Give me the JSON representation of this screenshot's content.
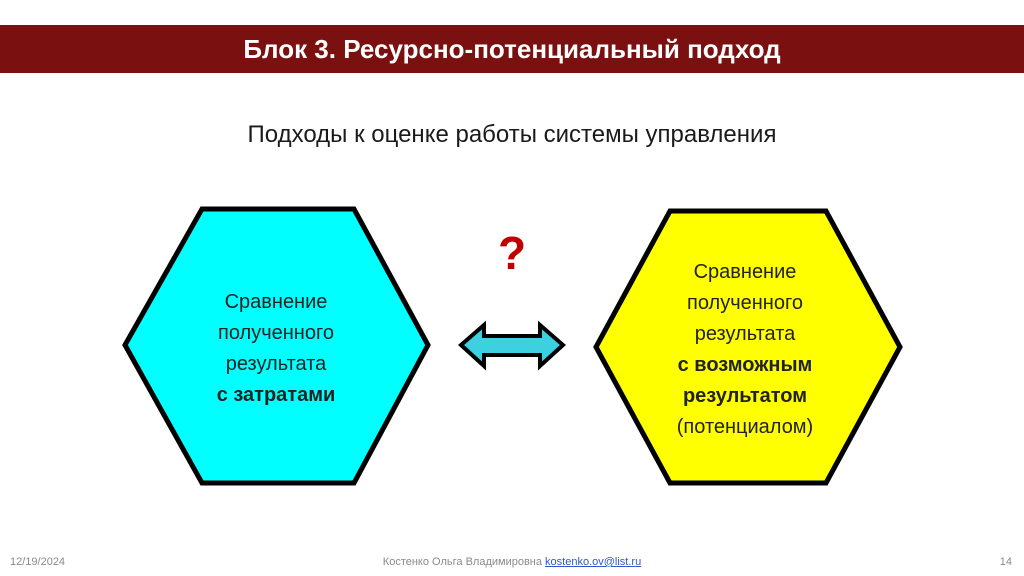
{
  "slide": {
    "title": "Блок 3. Ресурсно-потенциальный подход",
    "subtitle": "Подходы к оценке работы системы управления",
    "accent_color": "#7b1010"
  },
  "hexagons": {
    "left": {
      "fill": "#00ffff",
      "line1": "Сравнение",
      "line2": "полученного",
      "line3": "результата",
      "bold_line": "с затратами"
    },
    "right": {
      "fill": "#ffff00",
      "line1": "Сравнение",
      "line2": "полученного",
      "line3": "результата",
      "bold_line1": "с возможным",
      "bold_line2": "результатом",
      "line4": "(потенциалом)"
    }
  },
  "connector": {
    "question_mark": "?",
    "arrow_icon": "double-arrow-icon"
  },
  "footer": {
    "date": "12/19/2024",
    "author": "Костенко Ольга Владимировна",
    "email": "kostenko.ov@list.ru",
    "page_number": "14"
  }
}
